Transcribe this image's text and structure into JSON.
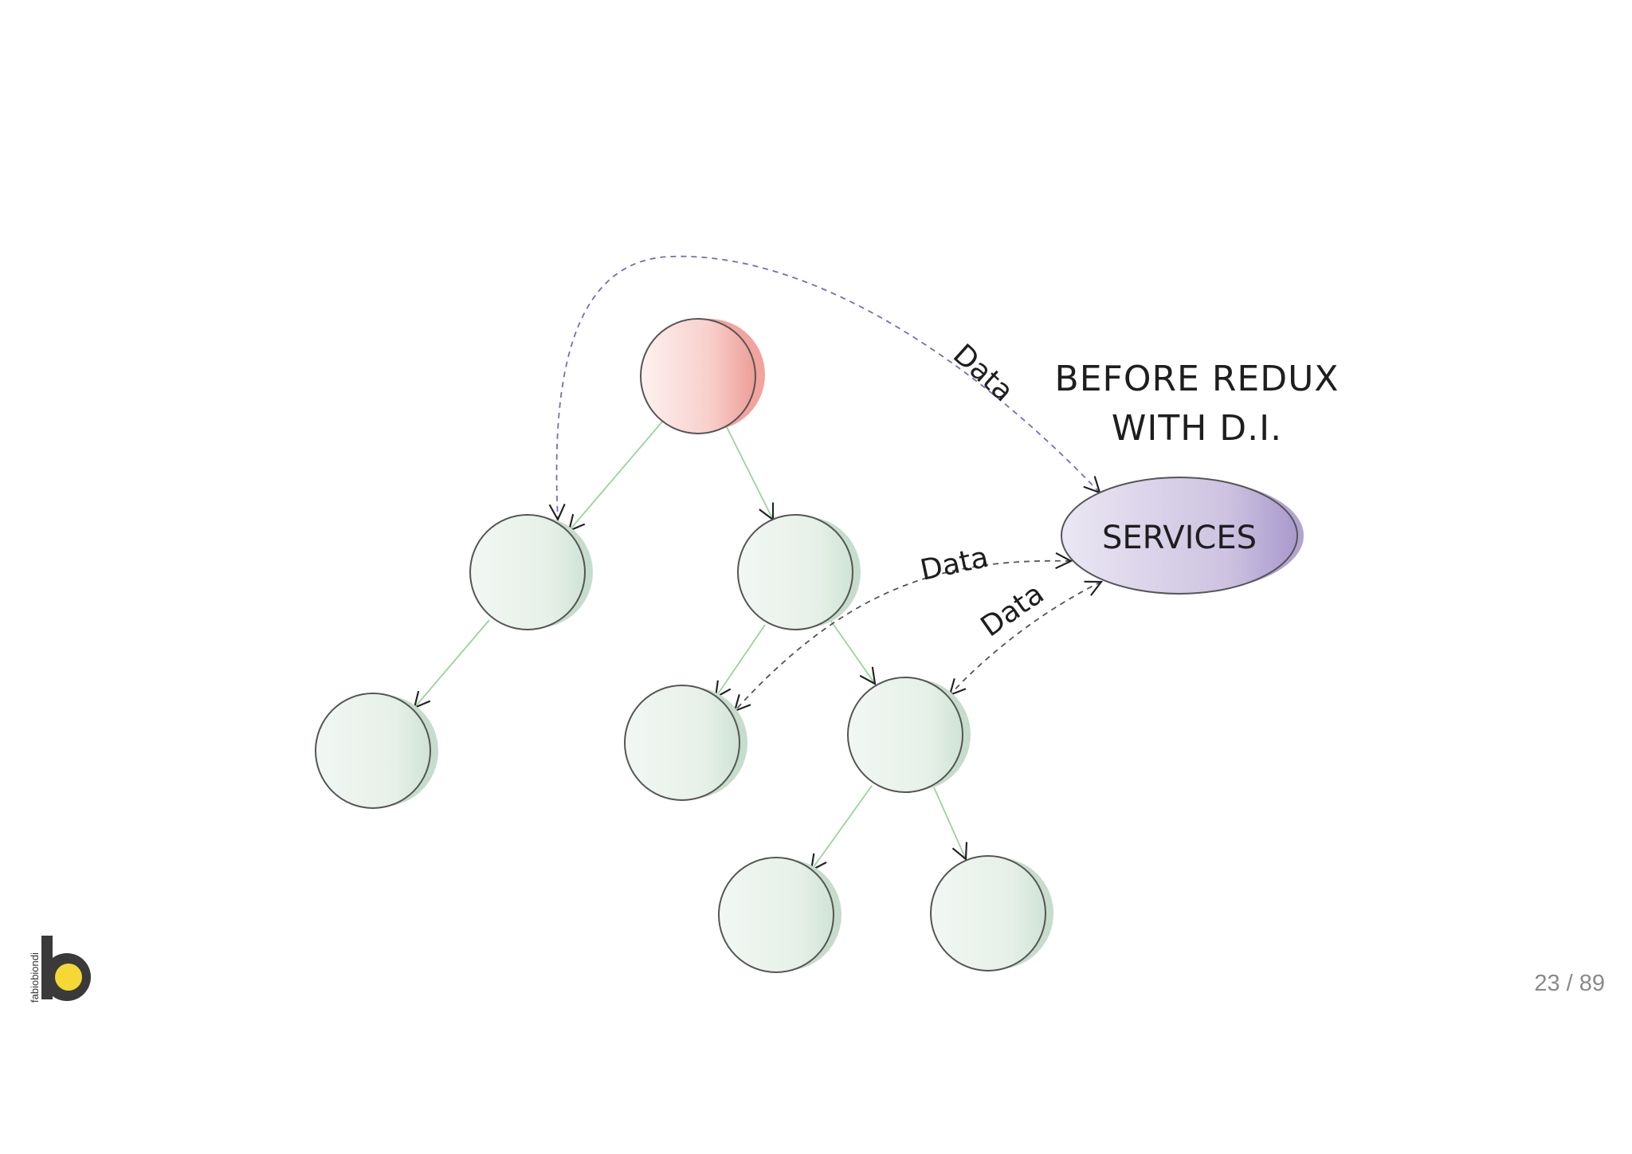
{
  "diagram": {
    "title_line1": "BEFORE REDUX",
    "title_line2": "WITH D.I.",
    "services_label": "SERVICES",
    "edge_label_top": "Data",
    "edge_label_mid": "Data",
    "edge_label_low": "Data"
  },
  "footer": {
    "page_indicator": "23 / 89",
    "logo_text": "fabiobiondi"
  },
  "colors": {
    "root_node": "#f4a9a6",
    "child_node": "#cfe3d6",
    "services_node": "#b9abd4",
    "tree_edge": "#8fcf8f",
    "dashed_top": "#7a6bb8",
    "dashed_other": "#444444",
    "logo_accent": "#f5d735"
  }
}
